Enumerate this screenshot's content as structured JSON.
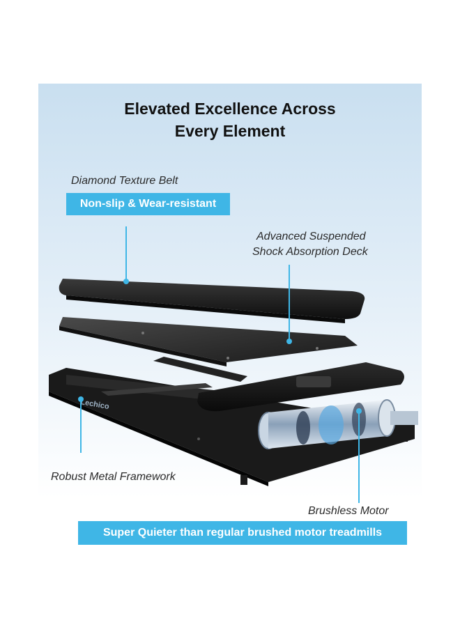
{
  "title": {
    "line1": "Elevated Excellence Across",
    "line2": "Every Element"
  },
  "callouts": {
    "belt": {
      "label": "Diamond Texture Belt",
      "badge": "Non-slip & Wear-resistant"
    },
    "deck": {
      "line1": "Advanced Suspended",
      "line2": "Shock Absorption Deck"
    },
    "frame": {
      "label": "Robust Metal Framework"
    },
    "motor": {
      "label": "Brushless Motor",
      "badge": "Super Quieter than regular brushed motor treadmills"
    }
  },
  "brand": {
    "logo_text": "Lechico"
  },
  "colors": {
    "accent": "#3fb6e6",
    "panel_top": "#c9dff0",
    "belt": "#1d1d1d",
    "frame": "#151515"
  }
}
